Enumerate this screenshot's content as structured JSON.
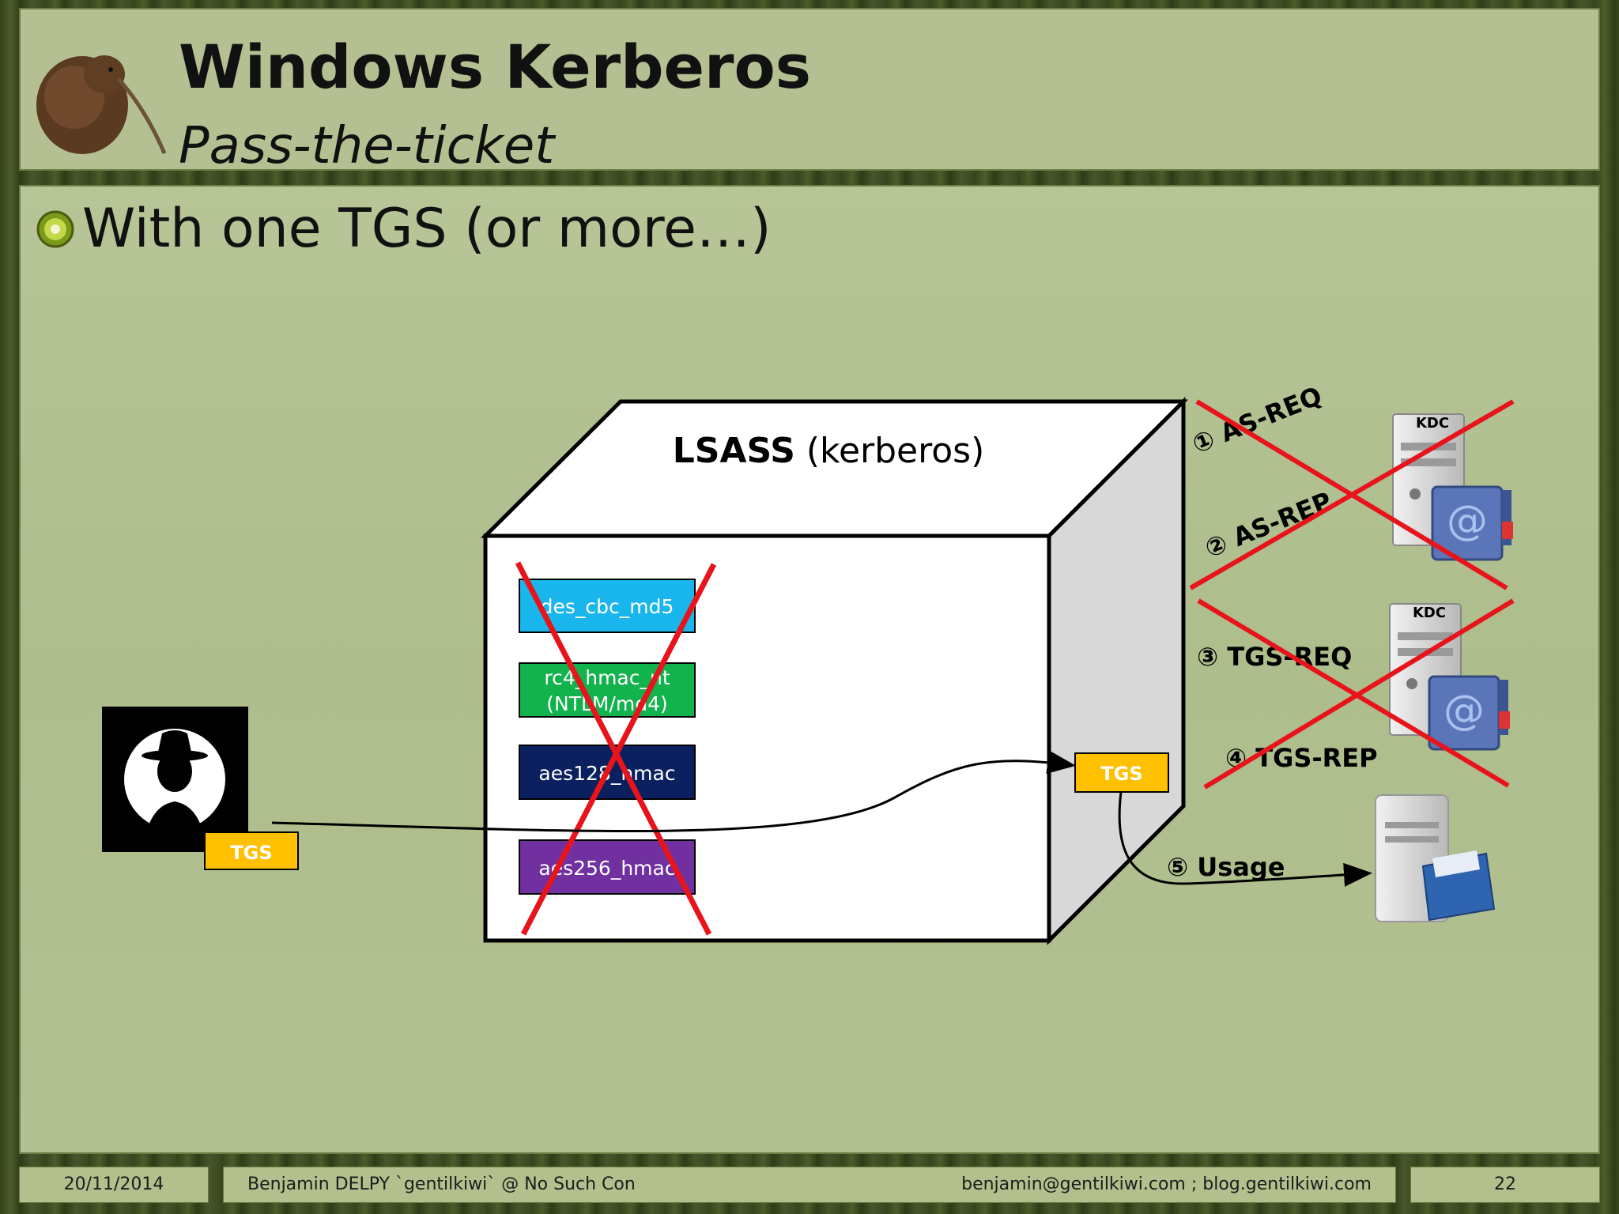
{
  "slide": {
    "title": "Windows Kerberos",
    "subtitle": "Pass-the-ticket",
    "bullet": "With one TGS (or more…)"
  },
  "diagram": {
    "lsass_bold": "LSASS",
    "lsass_rest": " (kerberos)",
    "keys": [
      {
        "label": "des_cbc_md5",
        "color": "#19b6ee",
        "text_color": "#ffffff"
      },
      {
        "label": "rc4_hmac_nt",
        "label2": "(NTLM/md4)",
        "color": "#12b24d",
        "text_color": "#ffffff"
      },
      {
        "label": "aes128_hmac",
        "color": "#0b215f",
        "text_color": "#ffffff"
      },
      {
        "label": "aes256_hmac",
        "color": "#7030a0",
        "text_color": "#ffffff"
      }
    ],
    "attacker_ticket": "TGS",
    "injected_ticket": "TGS",
    "steps": [
      {
        "num": "①",
        "label": "AS-REQ"
      },
      {
        "num": "②",
        "label": "AS-REP"
      },
      {
        "num": "③",
        "label": "TGS-REQ"
      },
      {
        "num": "④",
        "label": "TGS-REP"
      },
      {
        "num": "⑤",
        "label": "Usage"
      }
    ],
    "kdc_label": "KDC",
    "colors": {
      "ticket": "#ffc000",
      "cross": "#e8141b"
    }
  },
  "footer": {
    "date": "20/11/2014",
    "author": "Benjamin DELPY `gentilkiwi` @ No Such Con",
    "contact": "benjamin@gentilkiwi.com ; blog.gentilkiwi.com",
    "page": "22"
  }
}
